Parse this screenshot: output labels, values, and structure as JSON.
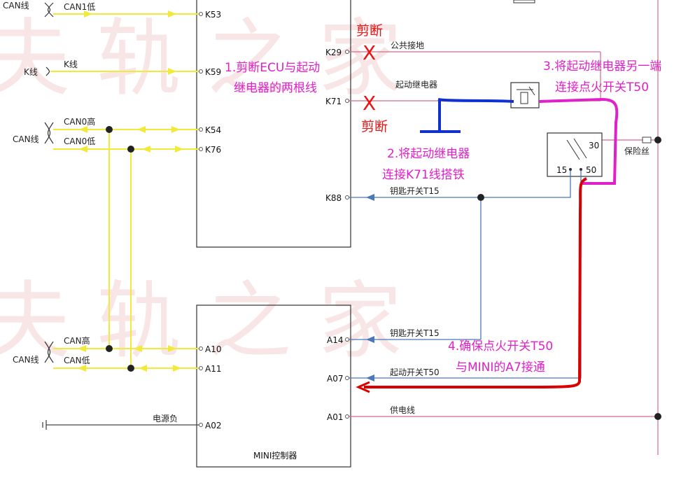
{
  "watermark": {
    "line1": "夫 轨 之 家",
    "line2": "夫 轨 之 家"
  },
  "ecu": {
    "left_pins": [
      "K53",
      "K59",
      "K54",
      "K76"
    ],
    "right_pins": [
      "K29",
      "K71",
      "K88"
    ]
  },
  "mini": {
    "title": "MINI控制器",
    "left_pins": [
      "A10",
      "A11",
      "A02"
    ],
    "right_pins": [
      "A14",
      "A07",
      "A01"
    ]
  },
  "wires": {
    "can1": "CAN线",
    "can1_low": "CAN1低",
    "k_wire": "K线",
    "k_wire_label": "K线",
    "can0": "CAN线",
    "can0_high": "CAN0高",
    "can0_low": "CAN0低",
    "can_mini": "CAN线",
    "can_high": "CAN高",
    "can_low": "CAN低",
    "power_neg": "电源负",
    "common_ground": "公共接地",
    "start_relay": "起动继电器",
    "key_t15_top": "钥匙开关T15",
    "key_t15_bottom": "钥匙开关T15",
    "start_t50": "起动开关T50",
    "supply": "供电线",
    "fuse": "保险丝"
  },
  "switch": {
    "t30": "30",
    "t15": "15",
    "t50": "50"
  },
  "annotations": {
    "cut_mark": "X",
    "cut1": "剪断",
    "cut2": "剪断",
    "step1_line1": "1.剪断ECU与起动",
    "step1_line2": "继电器的两根线",
    "step2_line1": "2.将起动继电器",
    "step2_line2": "连接K71线搭铁",
    "step3_line1": "3.将起动继电器另一端",
    "step3_line2": "连接点火开关T50",
    "step4_line1": "4.确保点火开关T50",
    "step4_line2": "与MINI的A7接通"
  },
  "colors": {
    "can_wire": "#f2ea3a",
    "control_wire": "#4a78b8",
    "power_wire": "#e04848",
    "annotation": "#e020c8",
    "cut_mark": "#ee1111",
    "ground_wire": "#1030d0",
    "mod_wire_magenta": "#e020c8",
    "mod_wire_red": "#d80000"
  }
}
